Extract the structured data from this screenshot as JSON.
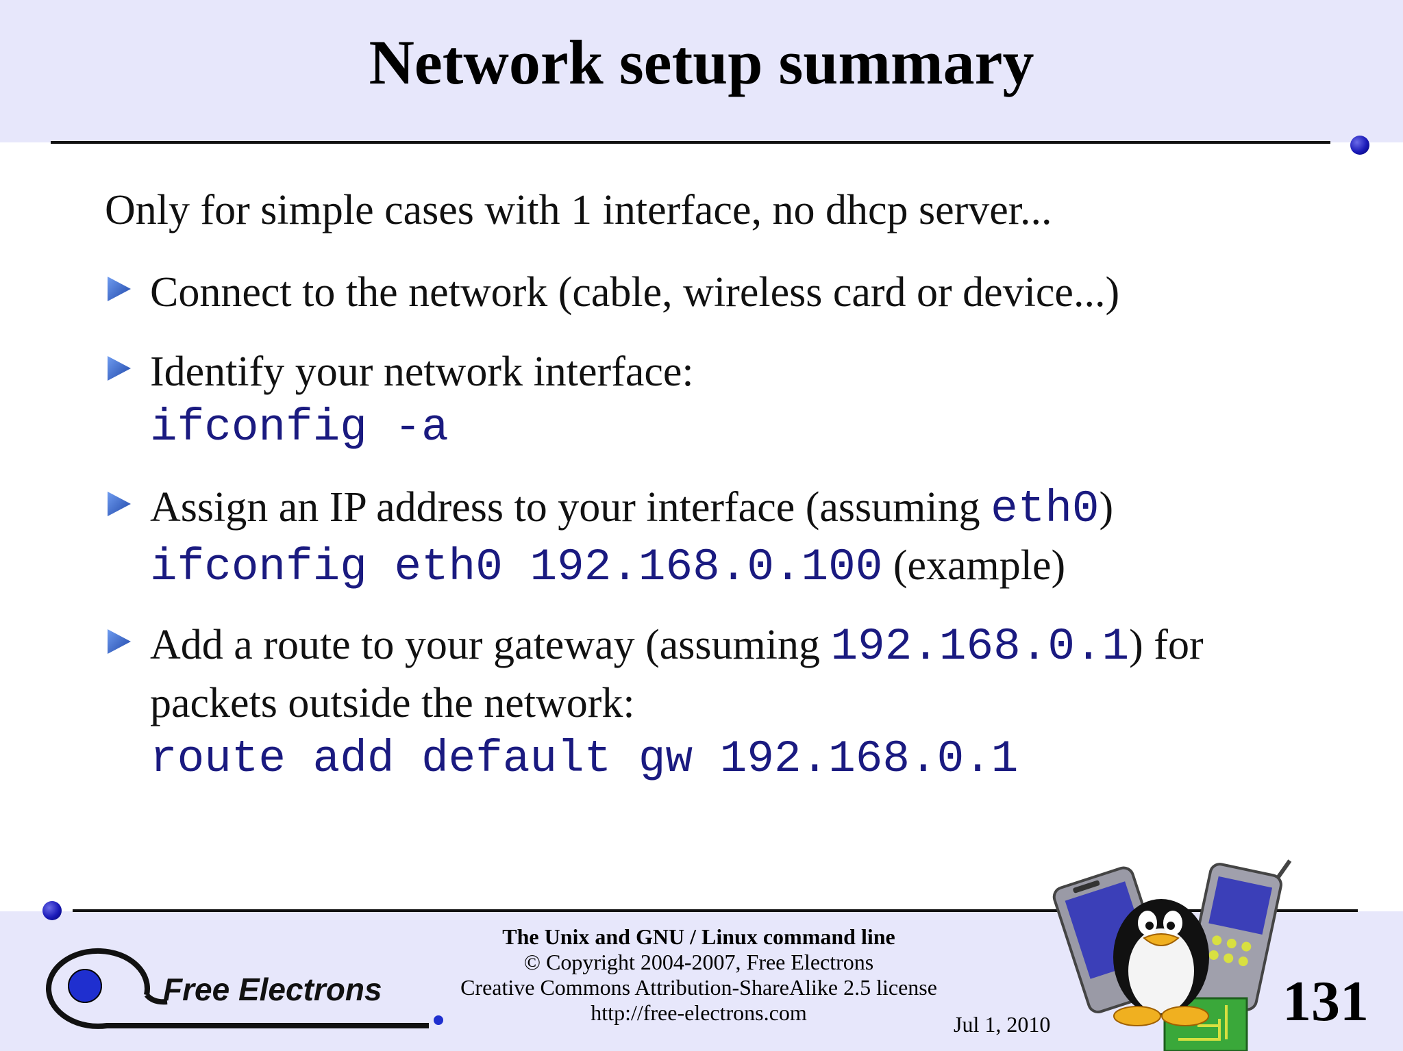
{
  "slide": {
    "title": "Network setup summary",
    "intro": "Only for simple cases with 1 interface, no dhcp server...",
    "bullets": [
      {
        "line1": "Connect to the network (cable, wireless card or device...)"
      },
      {
        "line1": "Identify your network interface:",
        "code": "ifconfig -a"
      },
      {
        "line1_pre": "Assign an IP address to your interface (assuming ",
        "line1_code": "eth0",
        "line1_post": ")",
        "code": "ifconfig eth0 192.168.0.100",
        "code_suffix": " (example)"
      },
      {
        "line1_pre": "Add a route to your gateway (assuming ",
        "line1_code": "192.168.0.1",
        "line1_post": ") for",
        "line2": "packets outside the network:",
        "code": "route add default gw 192.168.0.1"
      }
    ]
  },
  "footer": {
    "logo_text": "Free Electrons",
    "course_title": "The Unix and GNU / Linux command line",
    "copyright": "© Copyright 2004-2007, Free Electrons",
    "license": "Creative Commons Attribution-ShareAlike 2.5 license",
    "url": "http://free-electrons.com",
    "date": "Jul 1, 2010",
    "page_number": "131"
  },
  "colors": {
    "header_bg": "#e7e7fb",
    "code_text": "#1a1a80",
    "bullet_arrow": "#2f5fc8",
    "dot": "#1a1ab8"
  },
  "icons": [
    "bullet-arrow-icon",
    "blue-dot-icon",
    "free-electrons-logo",
    "tux-penguin-devices-illustration"
  ]
}
